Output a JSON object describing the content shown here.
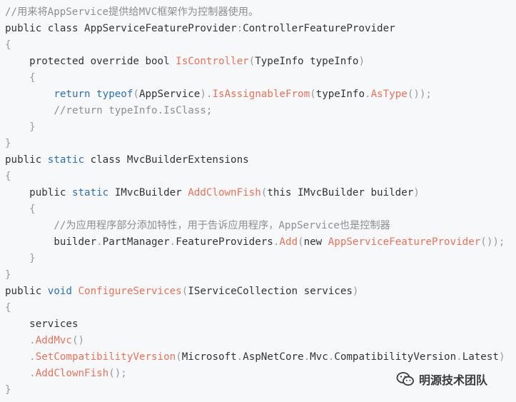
{
  "colors": {
    "background": "#f6f8fa",
    "text": "#333333",
    "comment": "#8e8e8e",
    "keyword": "#2f6fb4",
    "method": "#e8735a",
    "punctuation": "#9a9a9a"
  },
  "code": {
    "lines": [
      [
        {
          "t": "comment",
          "v": "//用来将AppService提供给MVC框架作为控制器使用。"
        }
      ],
      [
        {
          "t": "plain",
          "v": "public class AppServiceFeatureProvider"
        },
        {
          "t": "punct",
          "v": ":"
        },
        {
          "t": "plain",
          "v": "ControllerFeatureProvider"
        }
      ],
      [
        {
          "t": "punct",
          "v": "{"
        }
      ],
      [
        {
          "t": "plain",
          "v": "    protected override bool "
        },
        {
          "t": "method",
          "v": "IsController"
        },
        {
          "t": "punct",
          "v": "("
        },
        {
          "t": "plain",
          "v": "TypeInfo typeInfo"
        },
        {
          "t": "punct",
          "v": ")"
        }
      ],
      [
        {
          "t": "plain",
          "v": "    "
        },
        {
          "t": "punct",
          "v": "{"
        }
      ],
      [
        {
          "t": "plain",
          "v": "        "
        },
        {
          "t": "keyword",
          "v": "return"
        },
        {
          "t": "plain",
          "v": " "
        },
        {
          "t": "keyword",
          "v": "typeof"
        },
        {
          "t": "punct",
          "v": "("
        },
        {
          "t": "plain",
          "v": "AppService"
        },
        {
          "t": "punct",
          "v": ")."
        },
        {
          "t": "method",
          "v": "IsAssignableFrom"
        },
        {
          "t": "punct",
          "v": "("
        },
        {
          "t": "plain",
          "v": "typeInfo"
        },
        {
          "t": "punct",
          "v": "."
        },
        {
          "t": "method",
          "v": "AsType"
        },
        {
          "t": "punct",
          "v": "());"
        }
      ],
      [
        {
          "t": "plain",
          "v": "        "
        },
        {
          "t": "comment",
          "v": "//return typeInfo.IsClass;"
        }
      ],
      [
        {
          "t": "plain",
          "v": "    "
        },
        {
          "t": "punct",
          "v": "}"
        }
      ],
      [
        {
          "t": "punct",
          "v": "}"
        }
      ],
      [
        {
          "t": "plain",
          "v": "public "
        },
        {
          "t": "keyword",
          "v": "static"
        },
        {
          "t": "plain",
          "v": " class MvcBuilderExtensions"
        }
      ],
      [
        {
          "t": "punct",
          "v": "{"
        }
      ],
      [
        {
          "t": "plain",
          "v": "    public "
        },
        {
          "t": "keyword",
          "v": "static"
        },
        {
          "t": "plain",
          "v": " IMvcBuilder "
        },
        {
          "t": "method",
          "v": "AddClownFish"
        },
        {
          "t": "punct",
          "v": "("
        },
        {
          "t": "plain",
          "v": "this IMvcBuilder builder"
        },
        {
          "t": "punct",
          "v": ")"
        }
      ],
      [
        {
          "t": "plain",
          "v": "    "
        },
        {
          "t": "punct",
          "v": "{"
        }
      ],
      [
        {
          "t": "plain",
          "v": "        "
        },
        {
          "t": "comment",
          "v": "//为应用程序部分添加特性，用于告诉应用程序，AppService也是控制器"
        }
      ],
      [
        {
          "t": "plain",
          "v": "        builder"
        },
        {
          "t": "punct",
          "v": "."
        },
        {
          "t": "plain",
          "v": "PartManager"
        },
        {
          "t": "punct",
          "v": "."
        },
        {
          "t": "plain",
          "v": "FeatureProviders"
        },
        {
          "t": "punct",
          "v": "."
        },
        {
          "t": "method",
          "v": "Add"
        },
        {
          "t": "punct",
          "v": "("
        },
        {
          "t": "plain",
          "v": "new "
        },
        {
          "t": "method",
          "v": "AppServiceFeatureProvider"
        },
        {
          "t": "punct",
          "v": "());"
        }
      ],
      [
        {
          "t": "plain",
          "v": "    "
        },
        {
          "t": "punct",
          "v": "}"
        }
      ],
      [
        {
          "t": "punct",
          "v": "}"
        }
      ],
      [
        {
          "t": "plain",
          "v": "public "
        },
        {
          "t": "keyword",
          "v": "void"
        },
        {
          "t": "plain",
          "v": " "
        },
        {
          "t": "method",
          "v": "ConfigureServices"
        },
        {
          "t": "punct",
          "v": "("
        },
        {
          "t": "plain",
          "v": "IServiceCollection services"
        },
        {
          "t": "punct",
          "v": ")"
        }
      ],
      [
        {
          "t": "punct",
          "v": "{"
        }
      ],
      [
        {
          "t": "plain",
          "v": "    services"
        }
      ],
      [
        {
          "t": "plain",
          "v": "    "
        },
        {
          "t": "punct",
          "v": "."
        },
        {
          "t": "method",
          "v": "AddMvc"
        },
        {
          "t": "punct",
          "v": "()"
        }
      ],
      [
        {
          "t": "plain",
          "v": "    "
        },
        {
          "t": "punct",
          "v": "."
        },
        {
          "t": "method",
          "v": "SetCompatibilityVersion"
        },
        {
          "t": "punct",
          "v": "("
        },
        {
          "t": "plain",
          "v": "Microsoft"
        },
        {
          "t": "punct",
          "v": "."
        },
        {
          "t": "plain",
          "v": "AspNetCore"
        },
        {
          "t": "punct",
          "v": "."
        },
        {
          "t": "plain",
          "v": "Mvc"
        },
        {
          "t": "punct",
          "v": "."
        },
        {
          "t": "plain",
          "v": "CompatibilityVersion"
        },
        {
          "t": "punct",
          "v": "."
        },
        {
          "t": "plain",
          "v": "Latest"
        },
        {
          "t": "punct",
          "v": ")"
        }
      ],
      [
        {
          "t": "plain",
          "v": "    "
        },
        {
          "t": "punct",
          "v": "."
        },
        {
          "t": "method",
          "v": "AddClownFish"
        },
        {
          "t": "punct",
          "v": "();"
        }
      ],
      [
        {
          "t": "punct",
          "v": "}"
        }
      ]
    ]
  },
  "watermark": {
    "icon": "wechat-icon",
    "text": "明源技术团队"
  }
}
